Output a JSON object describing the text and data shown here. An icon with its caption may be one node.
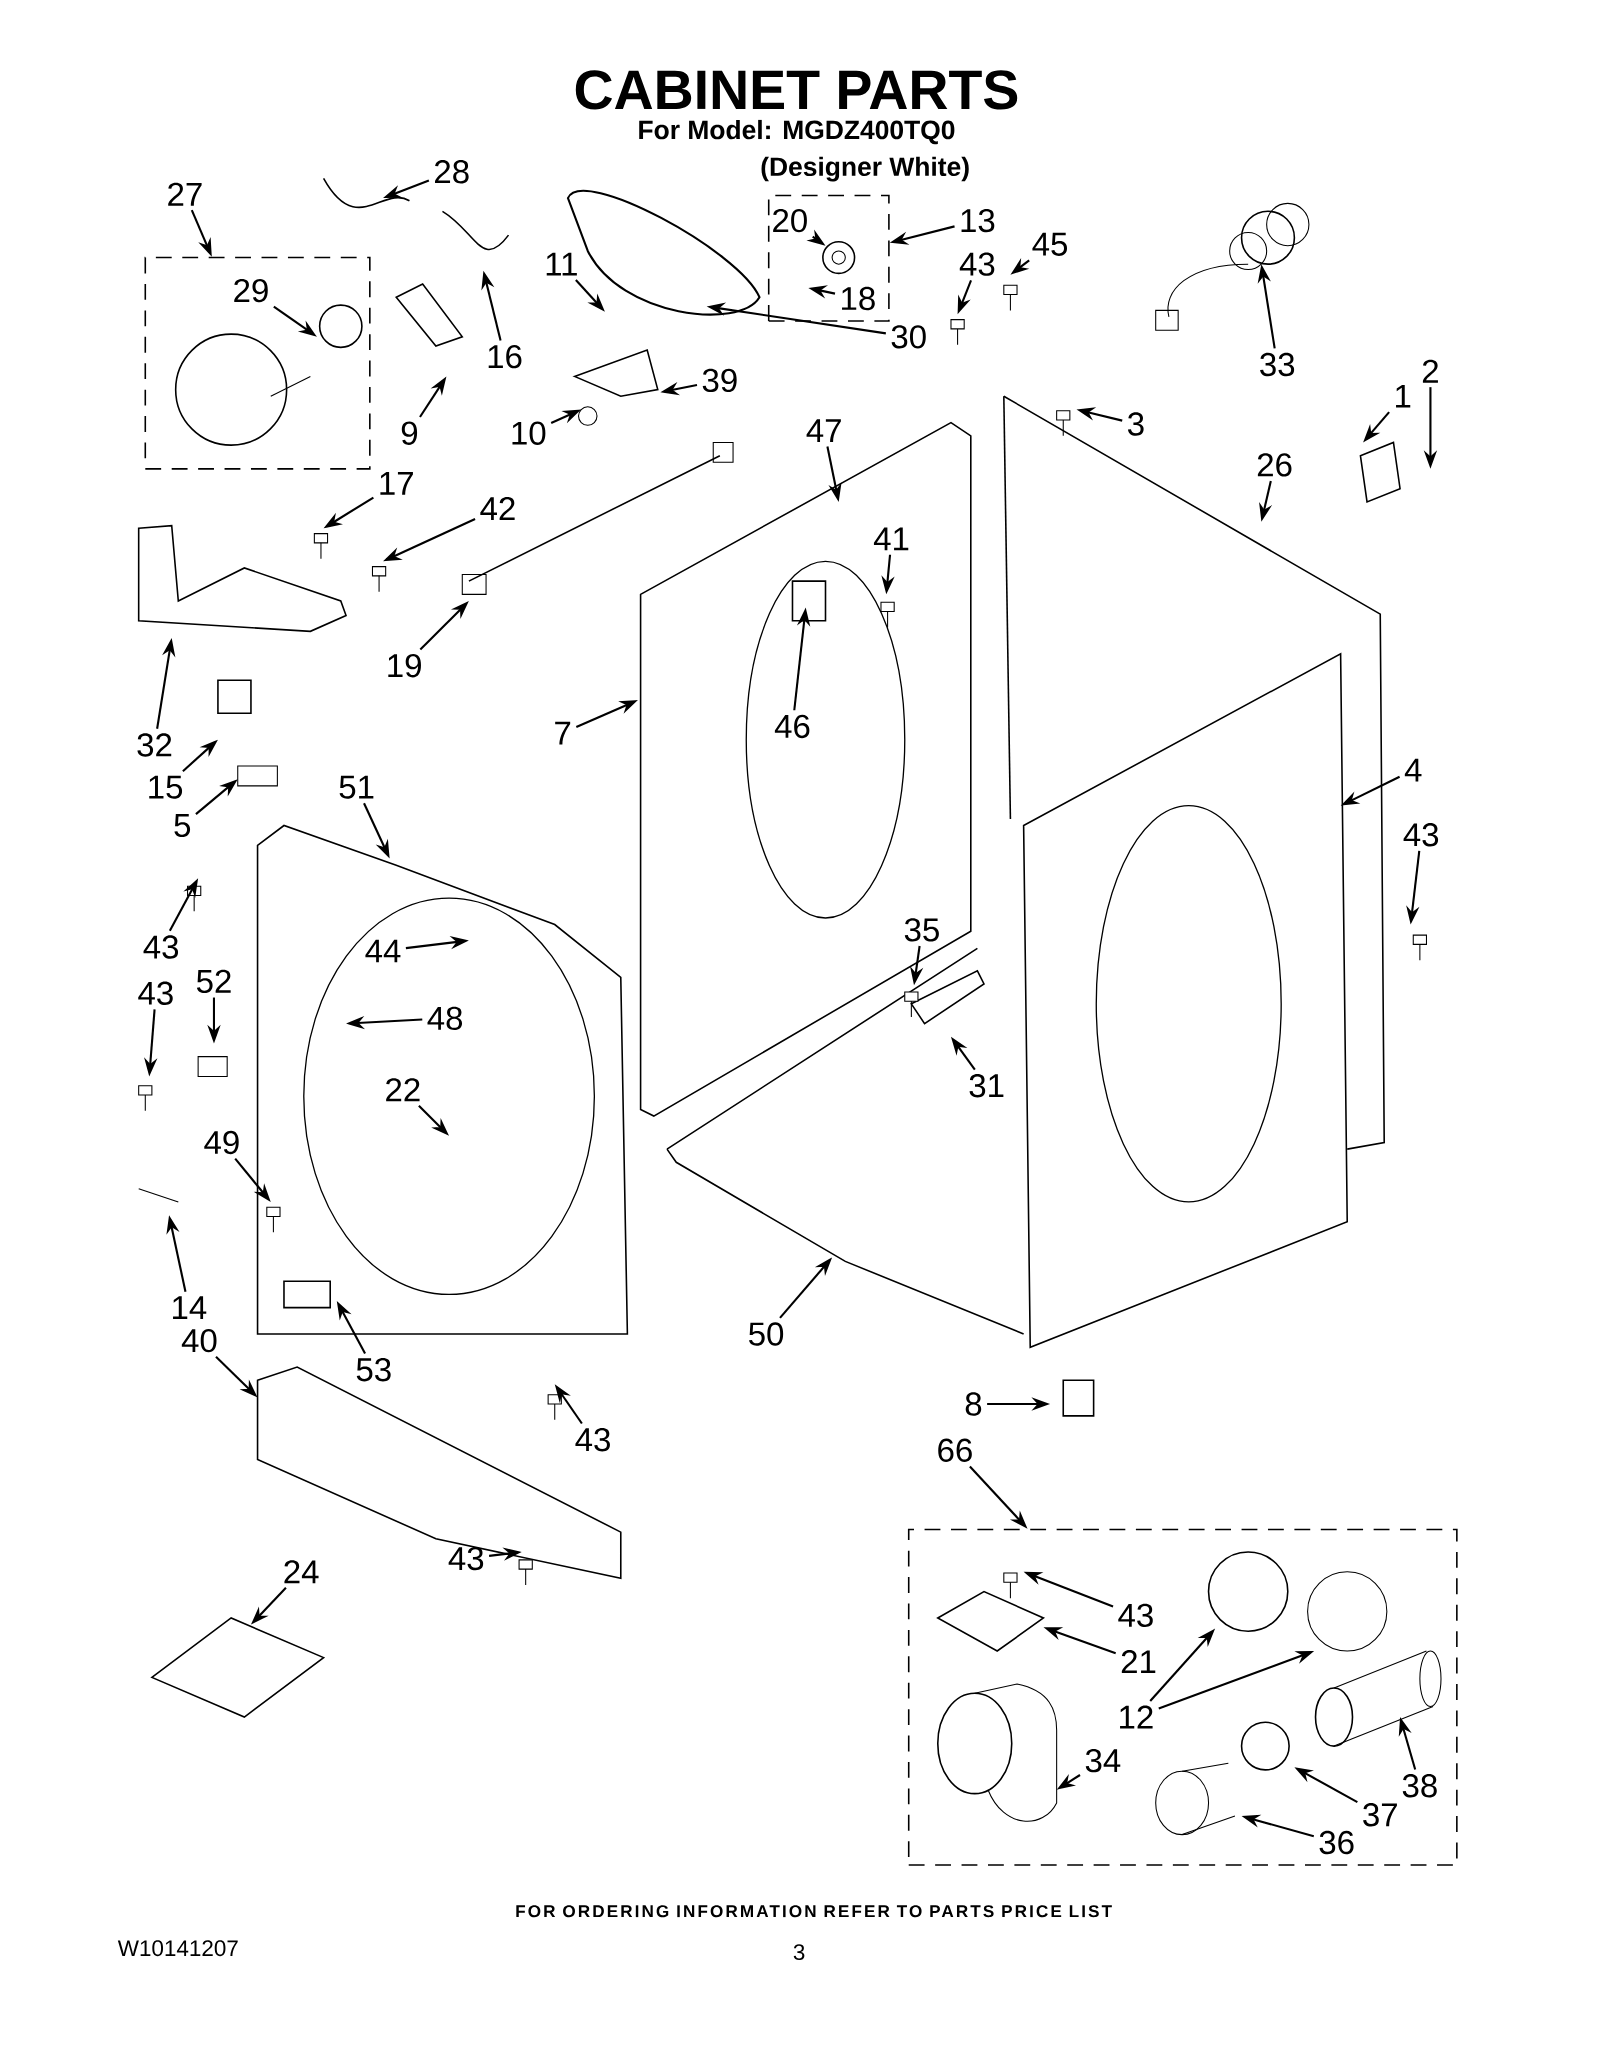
{
  "diagram": {
    "title": "CABINET PARTS",
    "nodes": [
      {
        "text": [
          "27"
        ]
      },
      {
        "text": [],
        "shape": "box"
      },
      {
        "text": [
          "29"
        ],
        "in": 1
      },
      {
        "text": [
          "28"
        ]
      },
      {
        "text": [
          "16"
        ]
      },
      {
        "text": [
          "9"
        ]
      },
      {
        "text": [
          "11"
        ]
      },
      {
        "text": [
          "10"
        ]
      },
      {
        "text": [],
        "shape": "box"
      },
      {
        "text": [
          "20"
        ],
        "in": 8
      },
      {
        "text": [
          "18"
        ],
        "in": 8
      },
      {
        "text": [
          "13"
        ]
      },
      {
        "text": [
          "30"
        ]
      },
      {
        "text": [
          "39"
        ]
      },
      {
        "text": [
          "43"
        ]
      },
      {
        "text": [
          "45"
        ]
      },
      {
        "text": [
          "33"
        ]
      },
      {
        "text": [
          "3"
        ]
      },
      {
        "text": [
          "1"
        ]
      },
      {
        "text": [
          "2"
        ]
      },
      {
        "text": [
          "26"
        ]
      },
      {
        "text": [
          "47"
        ]
      },
      {
        "text": [
          "41"
        ]
      },
      {
        "text": [
          "46"
        ]
      },
      {
        "text": [
          "17"
        ]
      },
      {
        "text": [
          "42"
        ]
      },
      {
        "text": [
          "19"
        ]
      },
      {
        "text": [
          "7"
        ]
      },
      {
        "text": [
          "32"
        ]
      },
      {
        "text": [
          "15"
        ]
      },
      {
        "text": [
          "5"
        ]
      },
      {
        "text": [
          "51"
        ]
      },
      {
        "text": [
          "4"
        ]
      },
      {
        "text": [
          "43"
        ]
      },
      {
        "text": [
          "43"
        ]
      },
      {
        "text": [
          "52"
        ]
      },
      {
        "text": [
          "44"
        ]
      },
      {
        "text": [
          "48"
        ]
      },
      {
        "text": [
          "22"
        ]
      },
      {
        "text": [
          "35"
        ]
      },
      {
        "text": [
          "31"
        ]
      },
      {
        "text": [
          "43"
        ]
      },
      {
        "text": [
          "49"
        ]
      },
      {
        "text": [
          "14"
        ]
      },
      {
        "text": [
          "40"
        ]
      },
      {
        "text": [
          "53"
        ]
      },
      {
        "text": [
          "50"
        ]
      },
      {
        "text": [
          "43"
        ]
      },
      {
        "text": [
          "8"
        ]
      },
      {
        "text": [
          "66"
        ]
      },
      {
        "text": [],
        "shape": "box"
      },
      {
        "text": [
          "43"
        ],
        "in": 50
      },
      {
        "text": [
          "21"
        ],
        "in": 50
      },
      {
        "text": [
          "12"
        ],
        "in": 50
      },
      {
        "text": [
          "34"
        ],
        "in": 50
      },
      {
        "text": [
          "38"
        ],
        "in": 50
      },
      {
        "text": [
          "37"
        ],
        "in": 50
      },
      {
        "text": [
          "36"
        ],
        "in": 50
      },
      {
        "text": [
          "24"
        ]
      },
      {
        "text": [
          "43"
        ]
      }
    ],
    "edges": [
      {
        "from": 0,
        "to": 1,
        "arrow": "to"
      },
      {
        "from": 2,
        "to": null,
        "arrow": "to"
      },
      {
        "from": 3,
        "to": null,
        "arrow": "to"
      },
      {
        "from": 4,
        "to": null,
        "arrow": "to"
      },
      {
        "from": 5,
        "to": null,
        "arrow": "to"
      },
      {
        "from": 6,
        "to": null,
        "arrow": "to"
      },
      {
        "from": 7,
        "to": null,
        "arrow": "to"
      },
      {
        "from": 9,
        "to": null,
        "arrow": "to"
      },
      {
        "from": 10,
        "to": null,
        "arrow": "to"
      },
      {
        "from": 11,
        "to": 8,
        "arrow": "to"
      },
      {
        "from": 12,
        "to": null,
        "arrow": "to"
      },
      {
        "from": 13,
        "to": null,
        "arrow": "to"
      },
      {
        "from": 14,
        "to": null,
        "arrow": "to"
      },
      {
        "from": 15,
        "to": null,
        "arrow": "to"
      },
      {
        "from": 16,
        "to": null,
        "arrow": "to"
      },
      {
        "from": 17,
        "to": null,
        "arrow": "to"
      },
      {
        "from": 18,
        "to": null,
        "arrow": "to"
      },
      {
        "from": 19,
        "to": null,
        "arrow": "to"
      },
      {
        "from": 20,
        "to": null,
        "arrow": "to"
      },
      {
        "from": 21,
        "to": null,
        "arrow": "to"
      },
      {
        "from": 22,
        "to": null,
        "arrow": "to"
      },
      {
        "from": 23,
        "to": null,
        "arrow": "to"
      },
      {
        "from": 24,
        "to": null,
        "arrow": "to"
      },
      {
        "from": 25,
        "to": null,
        "arrow": "to"
      },
      {
        "from": 26,
        "to": null,
        "arrow": "to"
      },
      {
        "from": 27,
        "to": null,
        "arrow": "to"
      },
      {
        "from": 28,
        "to": null,
        "arrow": "to"
      },
      {
        "from": 29,
        "to": null,
        "arrow": "to"
      },
      {
        "from": 30,
        "to": null,
        "arrow": "to"
      },
      {
        "from": 31,
        "to": null,
        "arrow": "to"
      },
      {
        "from": 32,
        "to": null,
        "arrow": "to"
      },
      {
        "from": 33,
        "to": null,
        "arrow": "to"
      },
      {
        "from": 34,
        "to": null,
        "arrow": "to"
      },
      {
        "from": 35,
        "to": null,
        "arrow": "to"
      },
      {
        "from": 36,
        "to": null,
        "arrow": "to"
      },
      {
        "from": 37,
        "to": null,
        "arrow": "to"
      },
      {
        "from": 38,
        "to": null,
        "arrow": "to"
      },
      {
        "from": 39,
        "to": null,
        "arrow": "to"
      },
      {
        "from": 40,
        "to": null,
        "arrow": "to"
      },
      {
        "from": 41,
        "to": null,
        "arrow": "to"
      },
      {
        "from": 42,
        "to": null,
        "arrow": "to"
      },
      {
        "from": 43,
        "to": null,
        "arrow": "to"
      },
      {
        "from": 44,
        "to": null,
        "arrow": "to"
      },
      {
        "from": 45,
        "to": null,
        "arrow": "to"
      },
      {
        "from": 46,
        "to": null,
        "arrow": "to"
      },
      {
        "from": 47,
        "to": null,
        "arrow": "to"
      },
      {
        "from": 48,
        "to": null,
        "arrow": "to"
      },
      {
        "from": 49,
        "to": 50,
        "arrow": "to"
      },
      {
        "from": 51,
        "to": null,
        "arrow": "to"
      },
      {
        "from": 52,
        "to": null,
        "arrow": "to"
      },
      {
        "from": 53,
        "to": null,
        "arrow": "to"
      },
      {
        "from": 53,
        "to": null,
        "arrow": "to"
      },
      {
        "from": 54,
        "to": null,
        "arrow": "to"
      },
      {
        "from": 55,
        "to": null,
        "arrow": "to"
      },
      {
        "from": 56,
        "to": null,
        "arrow": "to"
      },
      {
        "from": 57,
        "to": null,
        "arrow": "to"
      },
      {
        "from": 58,
        "to": null,
        "arrow": "to"
      },
      {
        "from": 59,
        "to": null,
        "arrow": "to"
      }
    ],
    "labels": [
      "For Model: MGDZ400TQ0",
      "(Designer White)",
      "FOR ORDERING INFORMATION REFER TO PARTS PRICE LIST",
      "W10141207",
      "3"
    ]
  }
}
